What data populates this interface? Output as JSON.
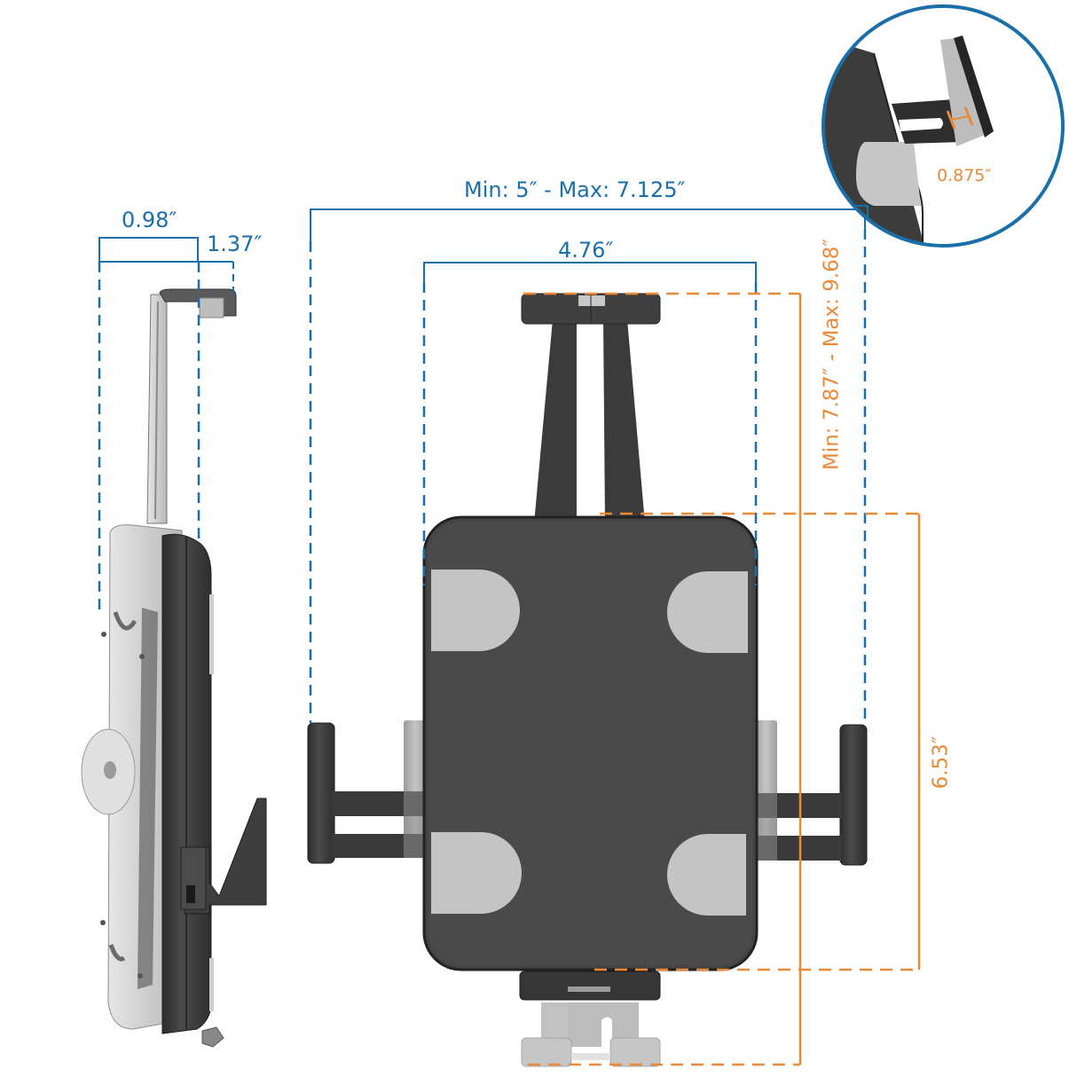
{
  "colors": {
    "dimension_blue": "#1a6fa8",
    "dimension_orange": "#e88a3a",
    "mount_dark": "#3c3c3c",
    "mount_edge": "#262626",
    "pad_gray": "#c4c4c4",
    "plate_gray": "#c9c9c9",
    "background": "#ffffff"
  },
  "side_view": {
    "depth_label": "0.98″",
    "hook_label": "1.37″"
  },
  "front_view": {
    "width_range_label": "Min: 5″ - Max: 7.125″",
    "body_width_label": "4.76″",
    "height_range_label": "Min: 7.87″ - Max: 9.68″",
    "body_height_label": "6.53″"
  },
  "detail_callout": {
    "lip_depth_label": "0.875″"
  }
}
